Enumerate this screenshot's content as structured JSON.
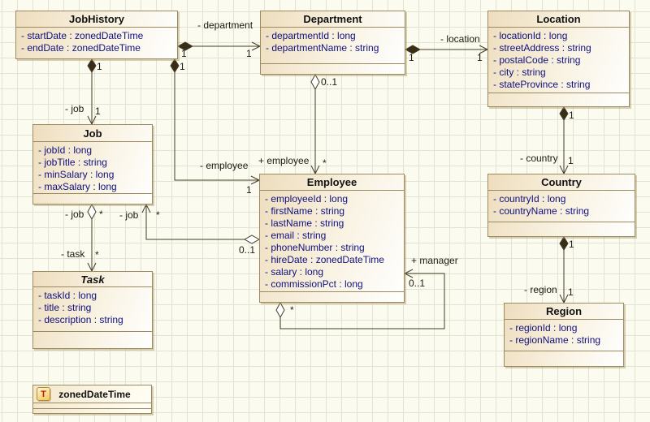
{
  "diagram": {
    "kind": "uml-class-diagram",
    "classes": {
      "jobhistory": {
        "name": "JobHistory",
        "attrs": [
          "- startDate : zonedDateTime",
          "- endDate : zonedDateTime"
        ]
      },
      "department": {
        "name": "Department",
        "attrs": [
          "- departmentId : long",
          "- departmentName : string"
        ]
      },
      "location": {
        "name": "Location",
        "attrs": [
          "- locationId : long",
          "- streetAddress : string",
          "- postalCode : string",
          "- city : string",
          "- stateProvince : string"
        ]
      },
      "job": {
        "name": "Job",
        "attrs": [
          "- jobId : long",
          "- jobTitle : string",
          "- minSalary : long",
          "- maxSalary : long"
        ]
      },
      "employee": {
        "name": "Employee",
        "attrs": [
          "- employeeId : long",
          "- firstName : string",
          "- lastName : string",
          "- email : string",
          "- phoneNumber : string",
          "- hireDate : zonedDateTime",
          "- salary : long",
          "- commissionPct : long"
        ]
      },
      "country": {
        "name": "Country",
        "attrs": [
          "- countryId : long",
          "- countryName : string"
        ]
      },
      "task": {
        "name": "Task",
        "attrs": [
          "- taskId : long",
          "- title : string",
          "- description : string"
        ]
      },
      "region": {
        "name": "Region",
        "attrs": [
          "- regionId : long",
          "- regionName : string"
        ]
      }
    },
    "datatype": {
      "badge": "T",
      "name": "zonedDateTime"
    },
    "connections": {
      "jobhistory_department": {
        "target_role": "- department",
        "source_mult": "1",
        "target_mult": "1"
      },
      "jobhistory_job": {
        "target_role": "- job",
        "source_mult": "1",
        "target_mult": "1"
      },
      "jobhistory_employee": {
        "target_role": "- employee",
        "source_mult": "1",
        "target_mult": "1"
      },
      "department_location": {
        "target_role": "- location",
        "source_mult": "1",
        "target_mult": "1"
      },
      "department_employee": {
        "target_role": "+ employee",
        "source_mult": "0..1",
        "target_mult": "*"
      },
      "location_country": {
        "target_role": "- country",
        "source_mult": "1",
        "target_mult": "1"
      },
      "country_region": {
        "target_role": "- region",
        "source_mult": "1",
        "target_mult": "1"
      },
      "job_task": {
        "source_role": "- job",
        "source_mult": "*",
        "target_role": "- task",
        "target_mult": "*"
      },
      "employee_job": {
        "target_role": "- job",
        "source_mult": "0..1",
        "target_mult": "*"
      },
      "employee_manager": {
        "target_role": "+ manager",
        "source_mult": "*",
        "target_mult": "0..1"
      }
    },
    "colors": {
      "background": "#fbfbef",
      "grid_line": "#e3e3d2",
      "box_border": "#9a8a62",
      "box_fill_start": "#eeddbd",
      "attr_text": "#10107e",
      "wire": "#453c28",
      "badge_letter": "#cc1111"
    }
  }
}
